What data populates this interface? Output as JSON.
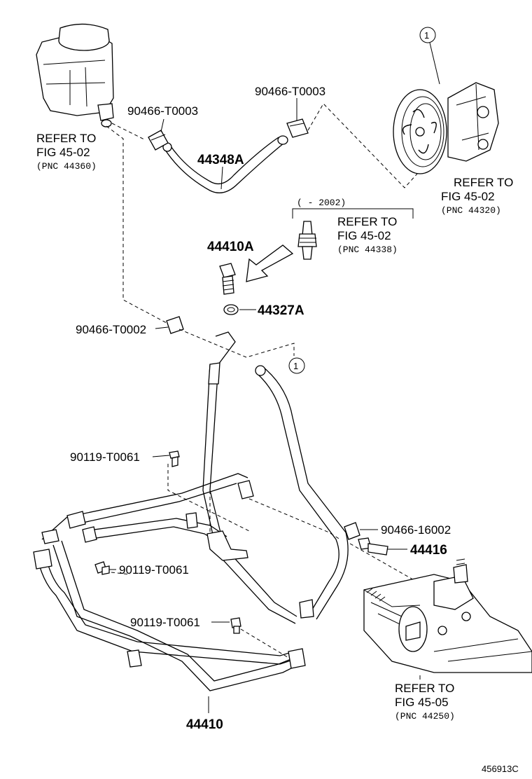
{
  "labels": {
    "reservoir_ref": [
      "REFER TO",
      "FIG 45-02",
      "(PNC 44360)"
    ],
    "pump_ref": [
      "REFER TO",
      "FIG 45-02",
      "(PNC 44320)"
    ],
    "switch_ref": [
      "REFER TO",
      "FIG 45-02",
      "(PNC 44338)"
    ],
    "switch_range": "(   - 2002)",
    "gear_ref": [
      "REFER TO",
      "FIG 45-05",
      "(PNC 44250)"
    ],
    "clip_upper_left": "90466-T0003",
    "clip_upper_right": "90466-T0003",
    "hose_return": "44348A",
    "union_bolt_a": "44410A",
    "gasket": "44327A",
    "clip_mid": "90466-T0002",
    "bolt_1": "90119-T0061",
    "clip_lower": "90466-16002",
    "union_bolt": "44416",
    "bolt_2": "90119-T0061",
    "bolt_3": "90119-T0061",
    "pressure_tube": "44410",
    "callout_1": "1",
    "callout_2": "1",
    "figure_id": "456913C"
  }
}
